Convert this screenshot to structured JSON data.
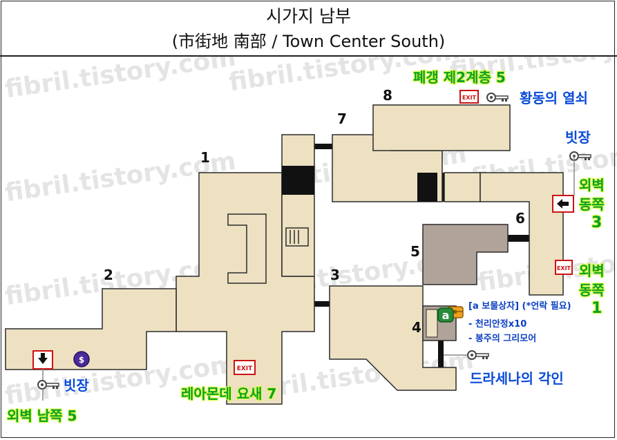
{
  "title": {
    "korean": "시가지 남부",
    "subtitle": "(市街地 南部 / Town Center South)"
  },
  "watermark": "fibril.tistory.com",
  "room_numbers": [
    "1",
    "2",
    "3",
    "4",
    "5",
    "6",
    "7",
    "8"
  ],
  "exit_sign": "EXIT",
  "merchant_symbol": "$",
  "chest_marker": "a",
  "colors": {
    "floor": "#ede1c2",
    "floor_border": "#2a2a2a",
    "raised_block": "#b0a399",
    "connector": "#111111",
    "exit_red": "#cc1111",
    "label_green": "#0e9e2a",
    "label_blue": "#0a4bd8",
    "chest_orange": "#f0a020"
  },
  "labels": {
    "ruined_mine": "폐갱 제2계층 5",
    "bronze_key": "황동의 열쇠",
    "rusty_key_top": "빗장",
    "outer_wall_east_3_line1": "외벽",
    "outer_wall_east_3_line2": "동쪽",
    "outer_wall_east_3_line3": "3",
    "outer_wall_east_1_line1": "외벽",
    "outer_wall_east_1_line2": "동쪽",
    "outer_wall_east_1_line3": "1",
    "rusty_key_bottom": "빗장",
    "outer_wall_south": "외벽 남쪽 5",
    "fortress": "레아몬데 요새 7",
    "drasena_seal": "드라세나의 각인"
  },
  "chest_info": {
    "header": "[a 보물상자] (*언락 필요)",
    "items": [
      "- 천리안정x10",
      "- 봉주의 그리모어"
    ]
  },
  "icons": [
    "key-icon",
    "exit-sign-icon",
    "arrow-door-icon",
    "merchant-icon",
    "treasure-chest-icon"
  ]
}
